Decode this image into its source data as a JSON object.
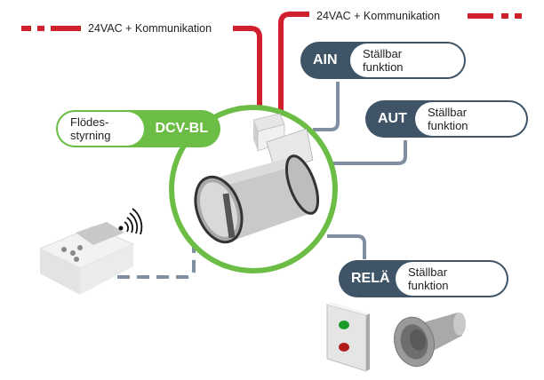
{
  "wires": {
    "left_label": "24VAC + Kommunikation",
    "right_label": "24VAC + Kommunikation"
  },
  "center": {
    "tag": "DCV-BL",
    "description_line1": "Flödes-",
    "description_line2": "styrning",
    "icon": "damper-valve-icon"
  },
  "ports": [
    {
      "tag": "AIN",
      "line1": "Ställbar",
      "line2": "funktion"
    },
    {
      "tag": "AUT",
      "line1": "Ställbar",
      "line2": "funktion"
    },
    {
      "tag": "RELÄ",
      "line1": "Ställbar",
      "line2": "funktion"
    }
  ],
  "devices": {
    "controller": "wireless-room-controller-icon",
    "signal": "wireless-signal-icon",
    "indicator": "indicator-lamp-panel-icon",
    "horn": "alarm-horn-icon"
  },
  "colors": {
    "power_wire": "#d0202e",
    "signal_wire": "#7f8ea0",
    "port_pill": "#3f5467",
    "center_accent": "#6bbd45"
  }
}
